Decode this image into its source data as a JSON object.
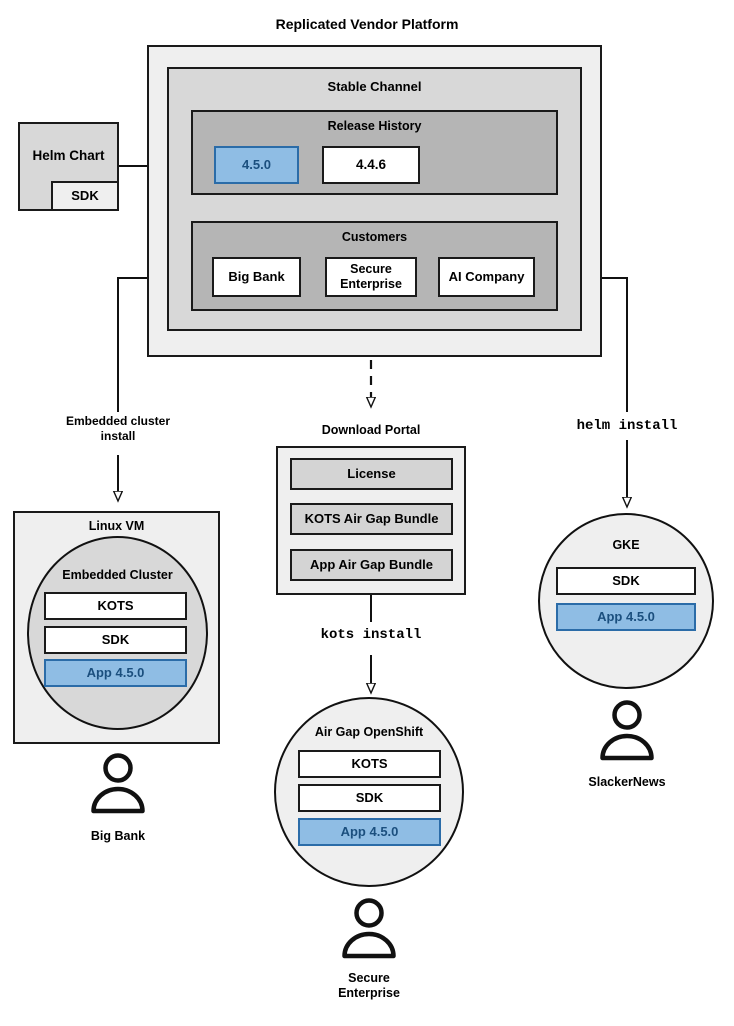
{
  "diagram": {
    "title": "Replicated Vendor Platform",
    "type": "architecture-flow"
  },
  "source": {
    "helm_chart": {
      "label": "Helm Chart",
      "sdk_label": "SDK"
    }
  },
  "platform": {
    "title": "Replicated Vendor Platform",
    "channel": {
      "title": "Stable Channel",
      "release_history": {
        "title": "Release History",
        "releases": [
          {
            "version": "4.5.0",
            "highlighted": true
          },
          {
            "version": "4.4.6",
            "highlighted": false
          }
        ]
      },
      "customers": {
        "title": "Customers",
        "items": [
          {
            "name": "Big Bank"
          },
          {
            "name": "Secure\nEnterprise",
            "line1": "Secure",
            "line2": "Enterprise"
          },
          {
            "name": "AI Company"
          }
        ]
      }
    }
  },
  "flows": [
    {
      "id": "embedded",
      "label_line1": "Embedded cluster",
      "label_line2": "install",
      "style": "solid"
    },
    {
      "id": "download",
      "label": "Download Portal",
      "style": "dashed"
    },
    {
      "id": "helm",
      "label": "helm install",
      "style": "solid",
      "mono": true
    },
    {
      "id": "kots",
      "label": "kots install",
      "style": "solid",
      "mono": true
    }
  ],
  "targets": {
    "linux_vm": {
      "title": "Linux VM",
      "cluster_title": "Embedded Cluster",
      "components": [
        {
          "label": "KOTS",
          "highlighted": false
        },
        {
          "label": "SDK",
          "highlighted": false
        },
        {
          "label": "App 4.5.0",
          "highlighted": true
        }
      ],
      "customer": "Big Bank"
    },
    "download_portal": {
      "title": "Download Portal",
      "items": [
        {
          "label": "License"
        },
        {
          "label": "KOTS Air Gap Bundle"
        },
        {
          "label": "App Air Gap Bundle"
        }
      ],
      "install_command": "kots install"
    },
    "airgap_openshift": {
      "title": "Air Gap OpenShift",
      "components": [
        {
          "label": "KOTS",
          "highlighted": false
        },
        {
          "label": "SDK",
          "highlighted": false
        },
        {
          "label": "App 4.5.0",
          "highlighted": true
        }
      ],
      "customer_line1": "Secure",
      "customer_line2": "Enterprise"
    },
    "gke": {
      "title": "GKE",
      "components": [
        {
          "label": "SDK",
          "highlighted": false
        },
        {
          "label": "App 4.5.0",
          "highlighted": true
        }
      ],
      "customer": "SlackerNews",
      "install_command": "helm install"
    }
  },
  "colors": {
    "highlight_fill": "#8fbde4",
    "highlight_border": "#2b6ca8",
    "highlight_text": "#1b4f7e",
    "outer_fill": "#efefef",
    "channel_fill": "#d8d8d8",
    "inner_fill": "#b5b5b5",
    "stroke": "#1a1a1a"
  }
}
